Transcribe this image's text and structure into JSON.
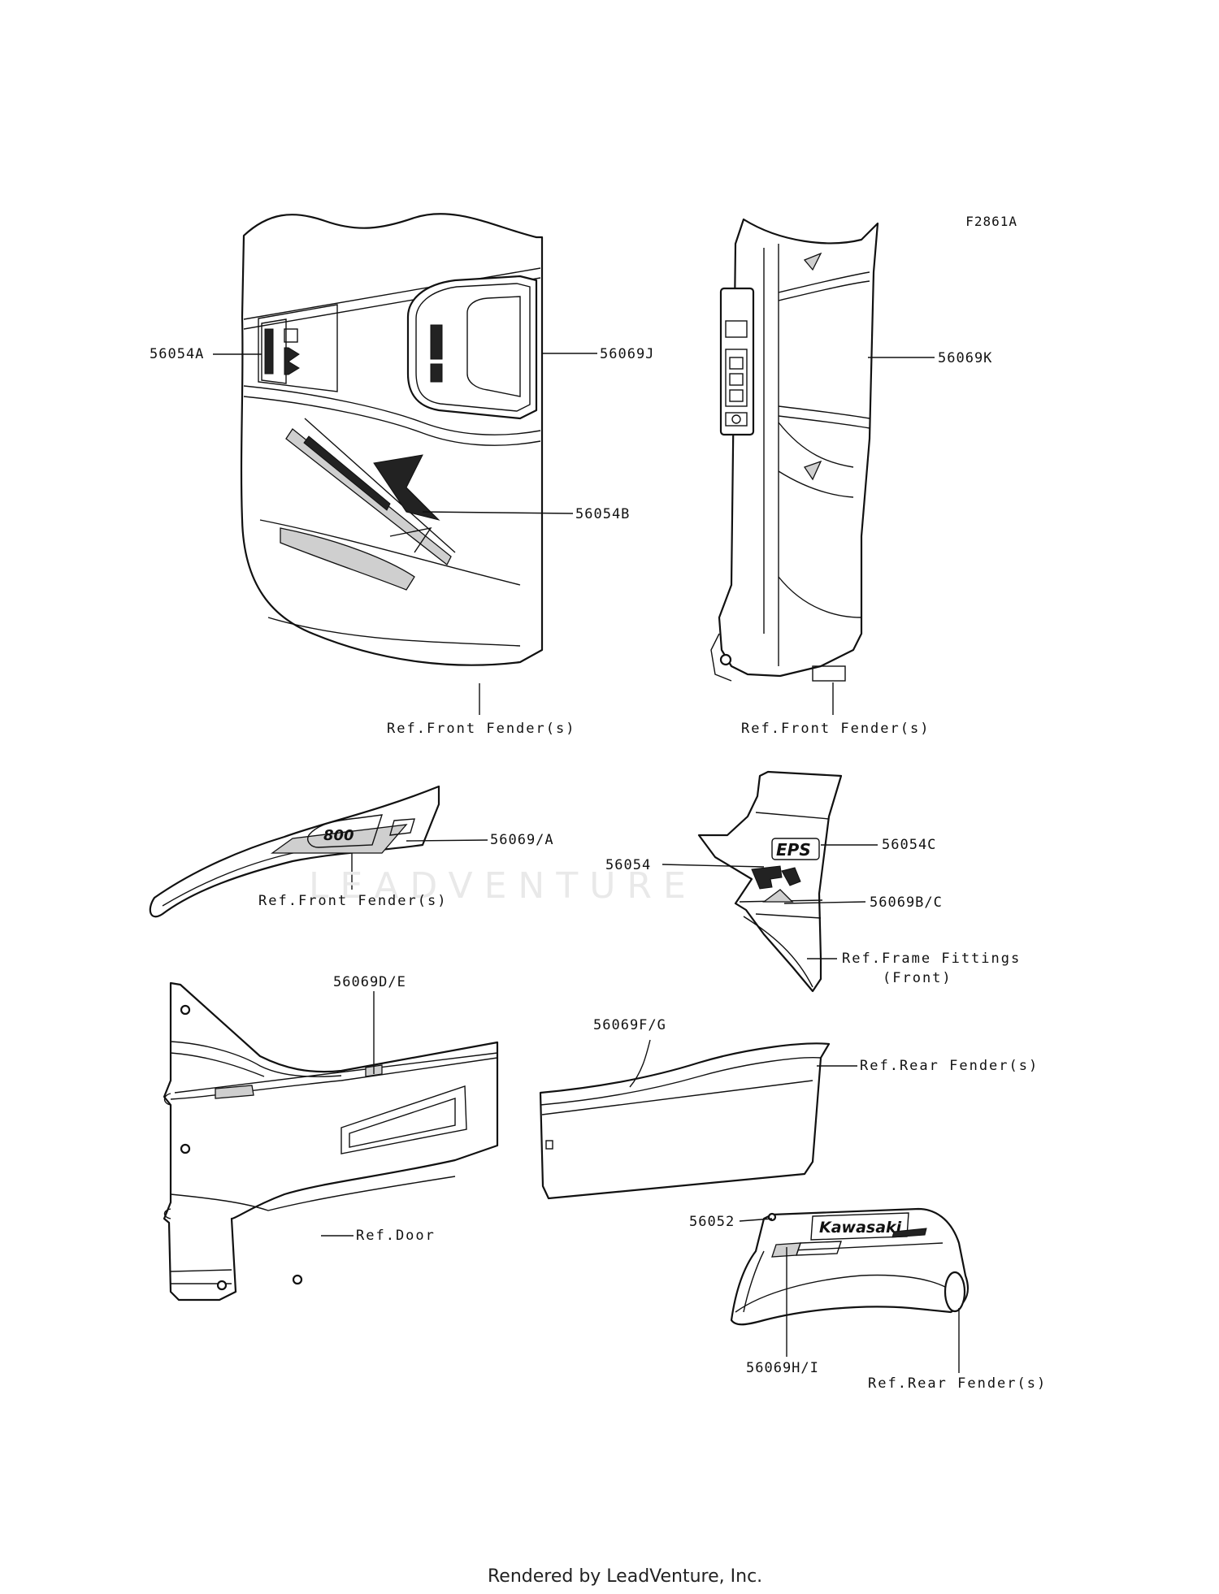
{
  "figure_code": "F2861A",
  "footer": "Rendered by LeadVenture, Inc.",
  "watermark": "LEADVENTURE",
  "callouts": {
    "p56054A": "56054A",
    "p56069J": "56069J",
    "p56054B": "56054B",
    "p56069K": "56069K",
    "p56069A": "56069/A",
    "p56054C": "56054C",
    "p56054": "56054",
    "p56069BC": "56069B/C",
    "p56069DE": "56069D/E",
    "p56069FG": "56069F/G",
    "p56052": "56052",
    "p56069HI": "56069H/I"
  },
  "references": {
    "front_fender_1": "Ref.Front Fender(s)",
    "front_fender_2": "Ref.Front Fender(s)",
    "front_fender_3": "Ref.Front Fender(s)",
    "frame_fittings_line1": "Ref.Frame Fittings",
    "frame_fittings_line2": "(Front)",
    "rear_fender_1": "Ref.Rear Fender(s)",
    "rear_fender_2": "Ref.Rear Fender(s)",
    "door": "Ref.Door"
  },
  "decal_text": {
    "kawasaki_brand": "Kawasaki",
    "model_number": "800",
    "eps_badge": "EPS"
  }
}
